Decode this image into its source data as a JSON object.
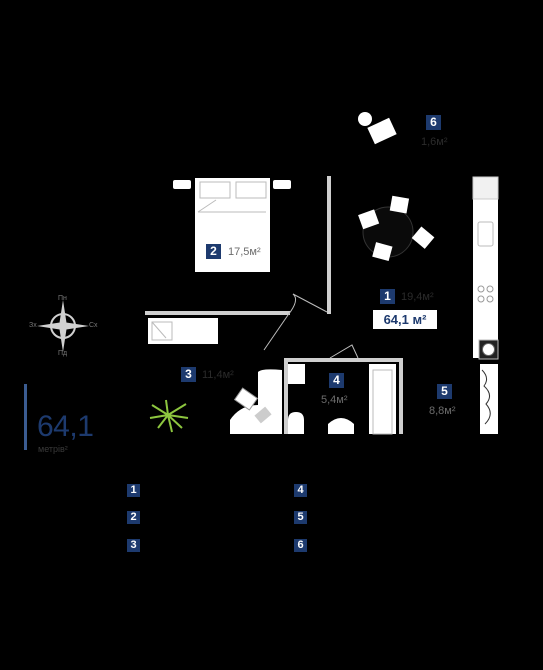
{
  "rooms": [
    {
      "number": "1",
      "area": "19,4м²"
    },
    {
      "number": "2",
      "area": "17,5м²"
    },
    {
      "number": "3",
      "area": "11,4м²"
    },
    {
      "number": "4",
      "area": "5,4м²"
    },
    {
      "number": "5",
      "area": "8,8м²"
    },
    {
      "number": "6",
      "area": "1,6м²"
    }
  ],
  "total_badge": "64,1 м²",
  "total": {
    "value": "64,1",
    "unit": "метрів²"
  },
  "compass": {
    "north": "Пн",
    "south": "Пд",
    "east": "Сх",
    "west": "Зх"
  },
  "legend": [
    "1",
    "2",
    "3",
    "4",
    "5",
    "6"
  ],
  "colors": {
    "accent": "#1d3a6e",
    "wall": "#cfcfcf",
    "background": "#000000"
  }
}
